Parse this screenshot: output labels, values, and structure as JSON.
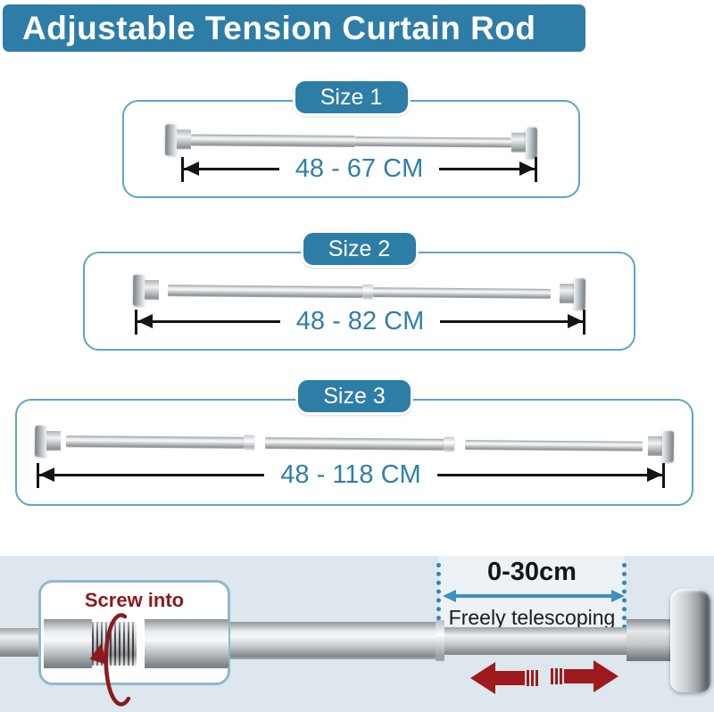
{
  "header": {
    "title": "Adjustable Tension Curtain Rod"
  },
  "sizes": [
    {
      "label": "Size 1",
      "range": "48 - 67 CM"
    },
    {
      "label": "Size 2",
      "range": "48 - 82 CM"
    },
    {
      "label": "Size 3",
      "range": "48 - 118 CM"
    }
  ],
  "detail": {
    "screw_callout": "Screw into",
    "telescope_range": "0-30cm",
    "telescope_caption": "Freely telescoping"
  },
  "colors": {
    "banner_blue": "#2E7DA7",
    "box_border_blue": "#5FA5C5",
    "dimension_text_blue": "#2E7FA8",
    "telescope_arrow_blue": "#3E8FC4",
    "slide_arrow_red": "#9E1A1D",
    "screw_text_red": "#8B1A1E",
    "bottom_panel_bg": "#DDE7ED"
  }
}
